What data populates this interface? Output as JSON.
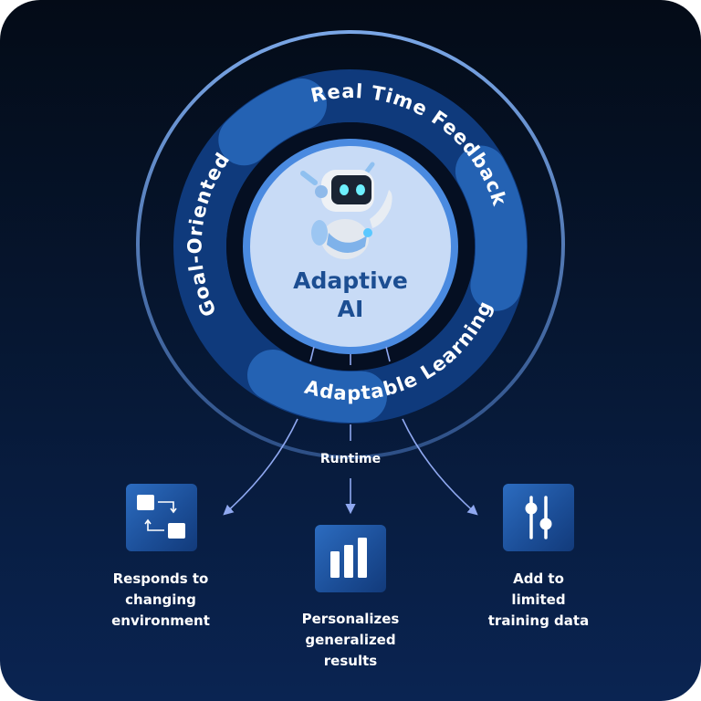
{
  "center": {
    "title_line1": "Adaptive",
    "title_line2": "AI",
    "icon": "robot-icon"
  },
  "ring_labels": {
    "top_right": "Real Time Feedback",
    "left": "Goal-Oriented",
    "bottom": "Adaptable Learning"
  },
  "runtime_label": "Runtime",
  "outcomes": [
    {
      "icon": "workflow-cycle-icon",
      "lines": [
        "Responds to",
        "changing",
        "environment"
      ]
    },
    {
      "icon": "bar-chart-icon",
      "lines": [
        "Personalizes",
        "generalized",
        "results"
      ]
    },
    {
      "icon": "sliders-icon",
      "lines": [
        "Add to",
        "limited",
        "training data"
      ]
    }
  ],
  "colors": {
    "background_top": "#040b17",
    "background_bottom": "#0a2452",
    "band_dark": "#0f3a7c",
    "band_light": "#2462b3",
    "inner_circle": "#c8dbf6",
    "accent": "#8fa8f0",
    "title_text": "#1c4e92"
  }
}
